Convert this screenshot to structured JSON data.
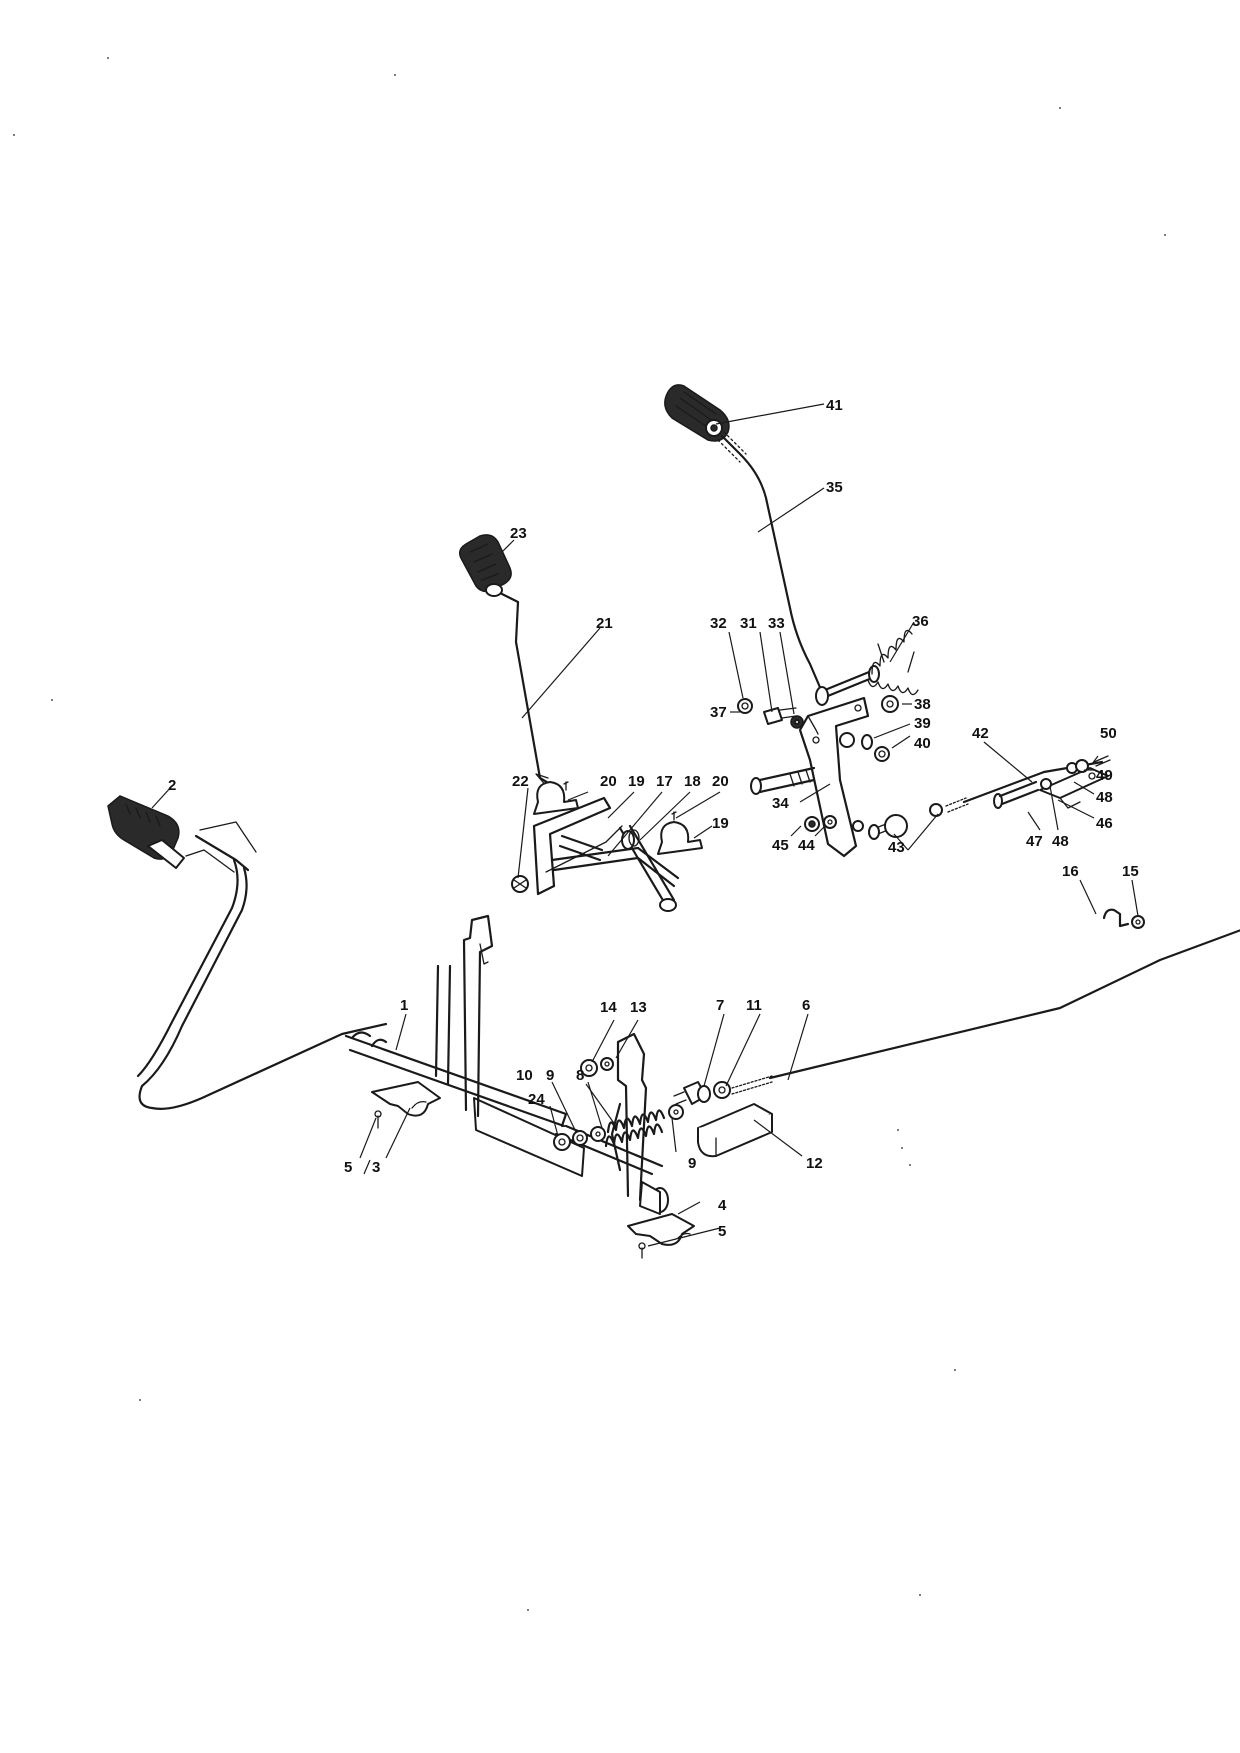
{
  "callouts": [
    {
      "id": "c41",
      "text": "41"
    },
    {
      "id": "c35",
      "text": "35"
    },
    {
      "id": "c23",
      "text": "23"
    },
    {
      "id": "c21",
      "text": "21"
    },
    {
      "id": "c32",
      "text": "32"
    },
    {
      "id": "c31",
      "text": "31"
    },
    {
      "id": "c33",
      "text": "33"
    },
    {
      "id": "c36",
      "text": "36"
    },
    {
      "id": "c37",
      "text": "37"
    },
    {
      "id": "c38",
      "text": "38"
    },
    {
      "id": "c39",
      "text": "39"
    },
    {
      "id": "c40",
      "text": "40"
    },
    {
      "id": "c42",
      "text": "42"
    },
    {
      "id": "c50",
      "text": "50"
    },
    {
      "id": "c49",
      "text": "49"
    },
    {
      "id": "c48a",
      "text": "48"
    },
    {
      "id": "c47",
      "text": "47"
    },
    {
      "id": "c48b",
      "text": "48"
    },
    {
      "id": "c46",
      "text": "46"
    },
    {
      "id": "c34",
      "text": "34"
    },
    {
      "id": "c45",
      "text": "45"
    },
    {
      "id": "c44",
      "text": "44"
    },
    {
      "id": "c43",
      "text": "43"
    },
    {
      "id": "c2",
      "text": "2"
    },
    {
      "id": "c22",
      "text": "22"
    },
    {
      "id": "c20a",
      "text": "20"
    },
    {
      "id": "c19a",
      "text": "19"
    },
    {
      "id": "c17",
      "text": "17"
    },
    {
      "id": "c18",
      "text": "18"
    },
    {
      "id": "c20b",
      "text": "20"
    },
    {
      "id": "c19b",
      "text": "19"
    },
    {
      "id": "c16",
      "text": "16"
    },
    {
      "id": "c15",
      "text": "15"
    },
    {
      "id": "c1",
      "text": "1"
    },
    {
      "id": "c14",
      "text": "14"
    },
    {
      "id": "c13",
      "text": "13"
    },
    {
      "id": "c7",
      "text": "7"
    },
    {
      "id": "c11",
      "text": "11"
    },
    {
      "id": "c6",
      "text": "6"
    },
    {
      "id": "c10",
      "text": "10"
    },
    {
      "id": "c9a",
      "text": "9"
    },
    {
      "id": "c8",
      "text": "8"
    },
    {
      "id": "c24",
      "text": "24"
    },
    {
      "id": "c9b",
      "text": "9"
    },
    {
      "id": "c12",
      "text": "12"
    },
    {
      "id": "c5a",
      "text": "5"
    },
    {
      "id": "c3",
      "text": "3"
    },
    {
      "id": "c4",
      "text": "4"
    },
    {
      "id": "c5b",
      "text": "5"
    }
  ]
}
